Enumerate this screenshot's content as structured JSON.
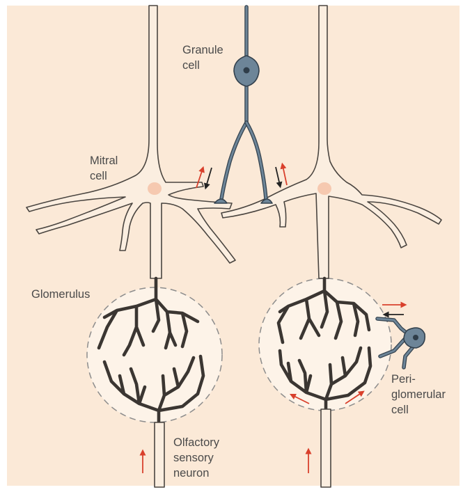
{
  "labels": {
    "granule_cell_line1": "Granule",
    "granule_cell_line2": "cell",
    "mitral_cell_line1": "Mitral",
    "mitral_cell_line2": "cell",
    "glomerulus": "Glomerulus",
    "olfactory_line1": "Olfactory",
    "olfactory_line2": "sensory",
    "olfactory_line3": "neuron",
    "periglomerular_line1": "Peri-",
    "periglomerular_line2": "glomerular",
    "periglomerular_line3": "cell"
  },
  "colors": {
    "background": "#fbe9d7",
    "neuron_soma": "#f6c9b0",
    "granule_cell": "#6d8598",
    "excitatory_arrow": "#d9402c",
    "inhibitory_arrow": "#222222",
    "glomerulus_outline": "#8c8c8c"
  },
  "icons": [
    "up-arrow-red",
    "down-arrow-black",
    "left-arrow-black",
    "right-arrow-red"
  ]
}
